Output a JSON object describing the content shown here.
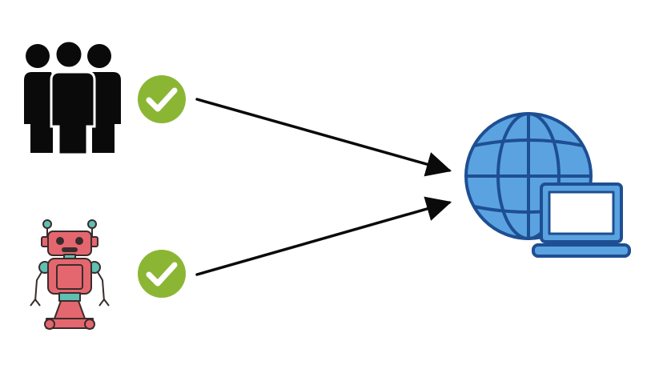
{
  "diagram": {
    "sources": [
      {
        "icon": "people-group-icon",
        "status_icon": "checkmark-circle-icon"
      },
      {
        "icon": "robot-icon",
        "status_icon": "checkmark-circle-icon"
      }
    ],
    "target": {
      "icon": "globe-with-laptop-icon"
    },
    "connections": [
      {
        "from": "people-group",
        "to": "internet"
      },
      {
        "from": "robot",
        "to": "internet"
      }
    ]
  },
  "colors": {
    "background": "#ffffff",
    "people": "#0a0a0a",
    "check": "#8bb634",
    "arrow": "#0a0a0a",
    "globe_fill": "#5aa3e0",
    "globe_stroke": "#1e4f92",
    "screen": "#ffffff",
    "robot_body": "#e4676f",
    "robot_accent": "#5fbfb2",
    "robot_outline": "#3a2c2c"
  }
}
